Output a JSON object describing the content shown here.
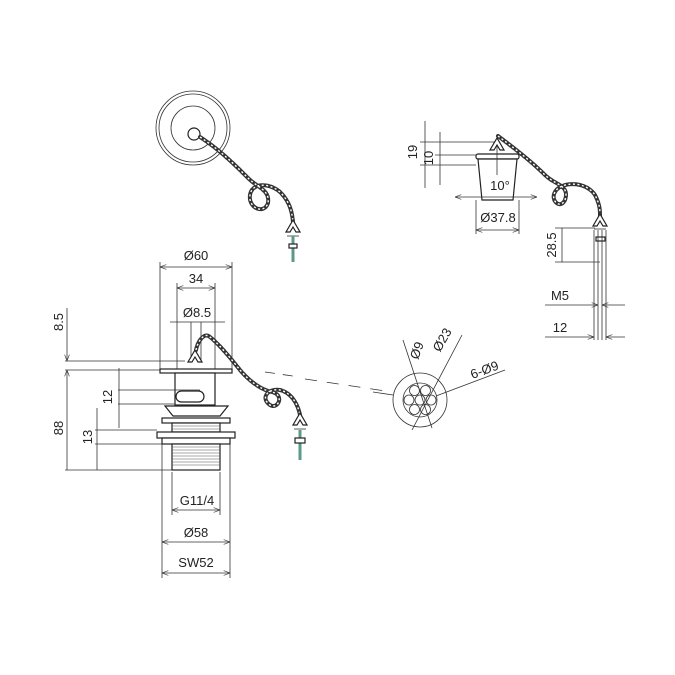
{
  "title": "Basin waste with plug and chain - technical drawing",
  "dimensions": {
    "top_right": {
      "d19": "19",
      "d10": "10",
      "angle": "10°",
      "plug_dia": "Ø37.8",
      "d28_5": "28.5",
      "thread": "M5",
      "d12": "12"
    },
    "main": {
      "flange_dia": "Ø60",
      "d34": "34",
      "d8_5_dia": "Ø8.5",
      "d8_5": "8.5",
      "d88": "88",
      "d12": "12",
      "d13": "13",
      "thread": "G11/4",
      "body_dia": "Ø58",
      "spanner": "SW52"
    },
    "grate": {
      "outer": "Ø23",
      "inner": "Ø9",
      "holes": "6-Ø9"
    }
  },
  "colors": {
    "line": "#333333",
    "rod": "#5a9a8a"
  }
}
